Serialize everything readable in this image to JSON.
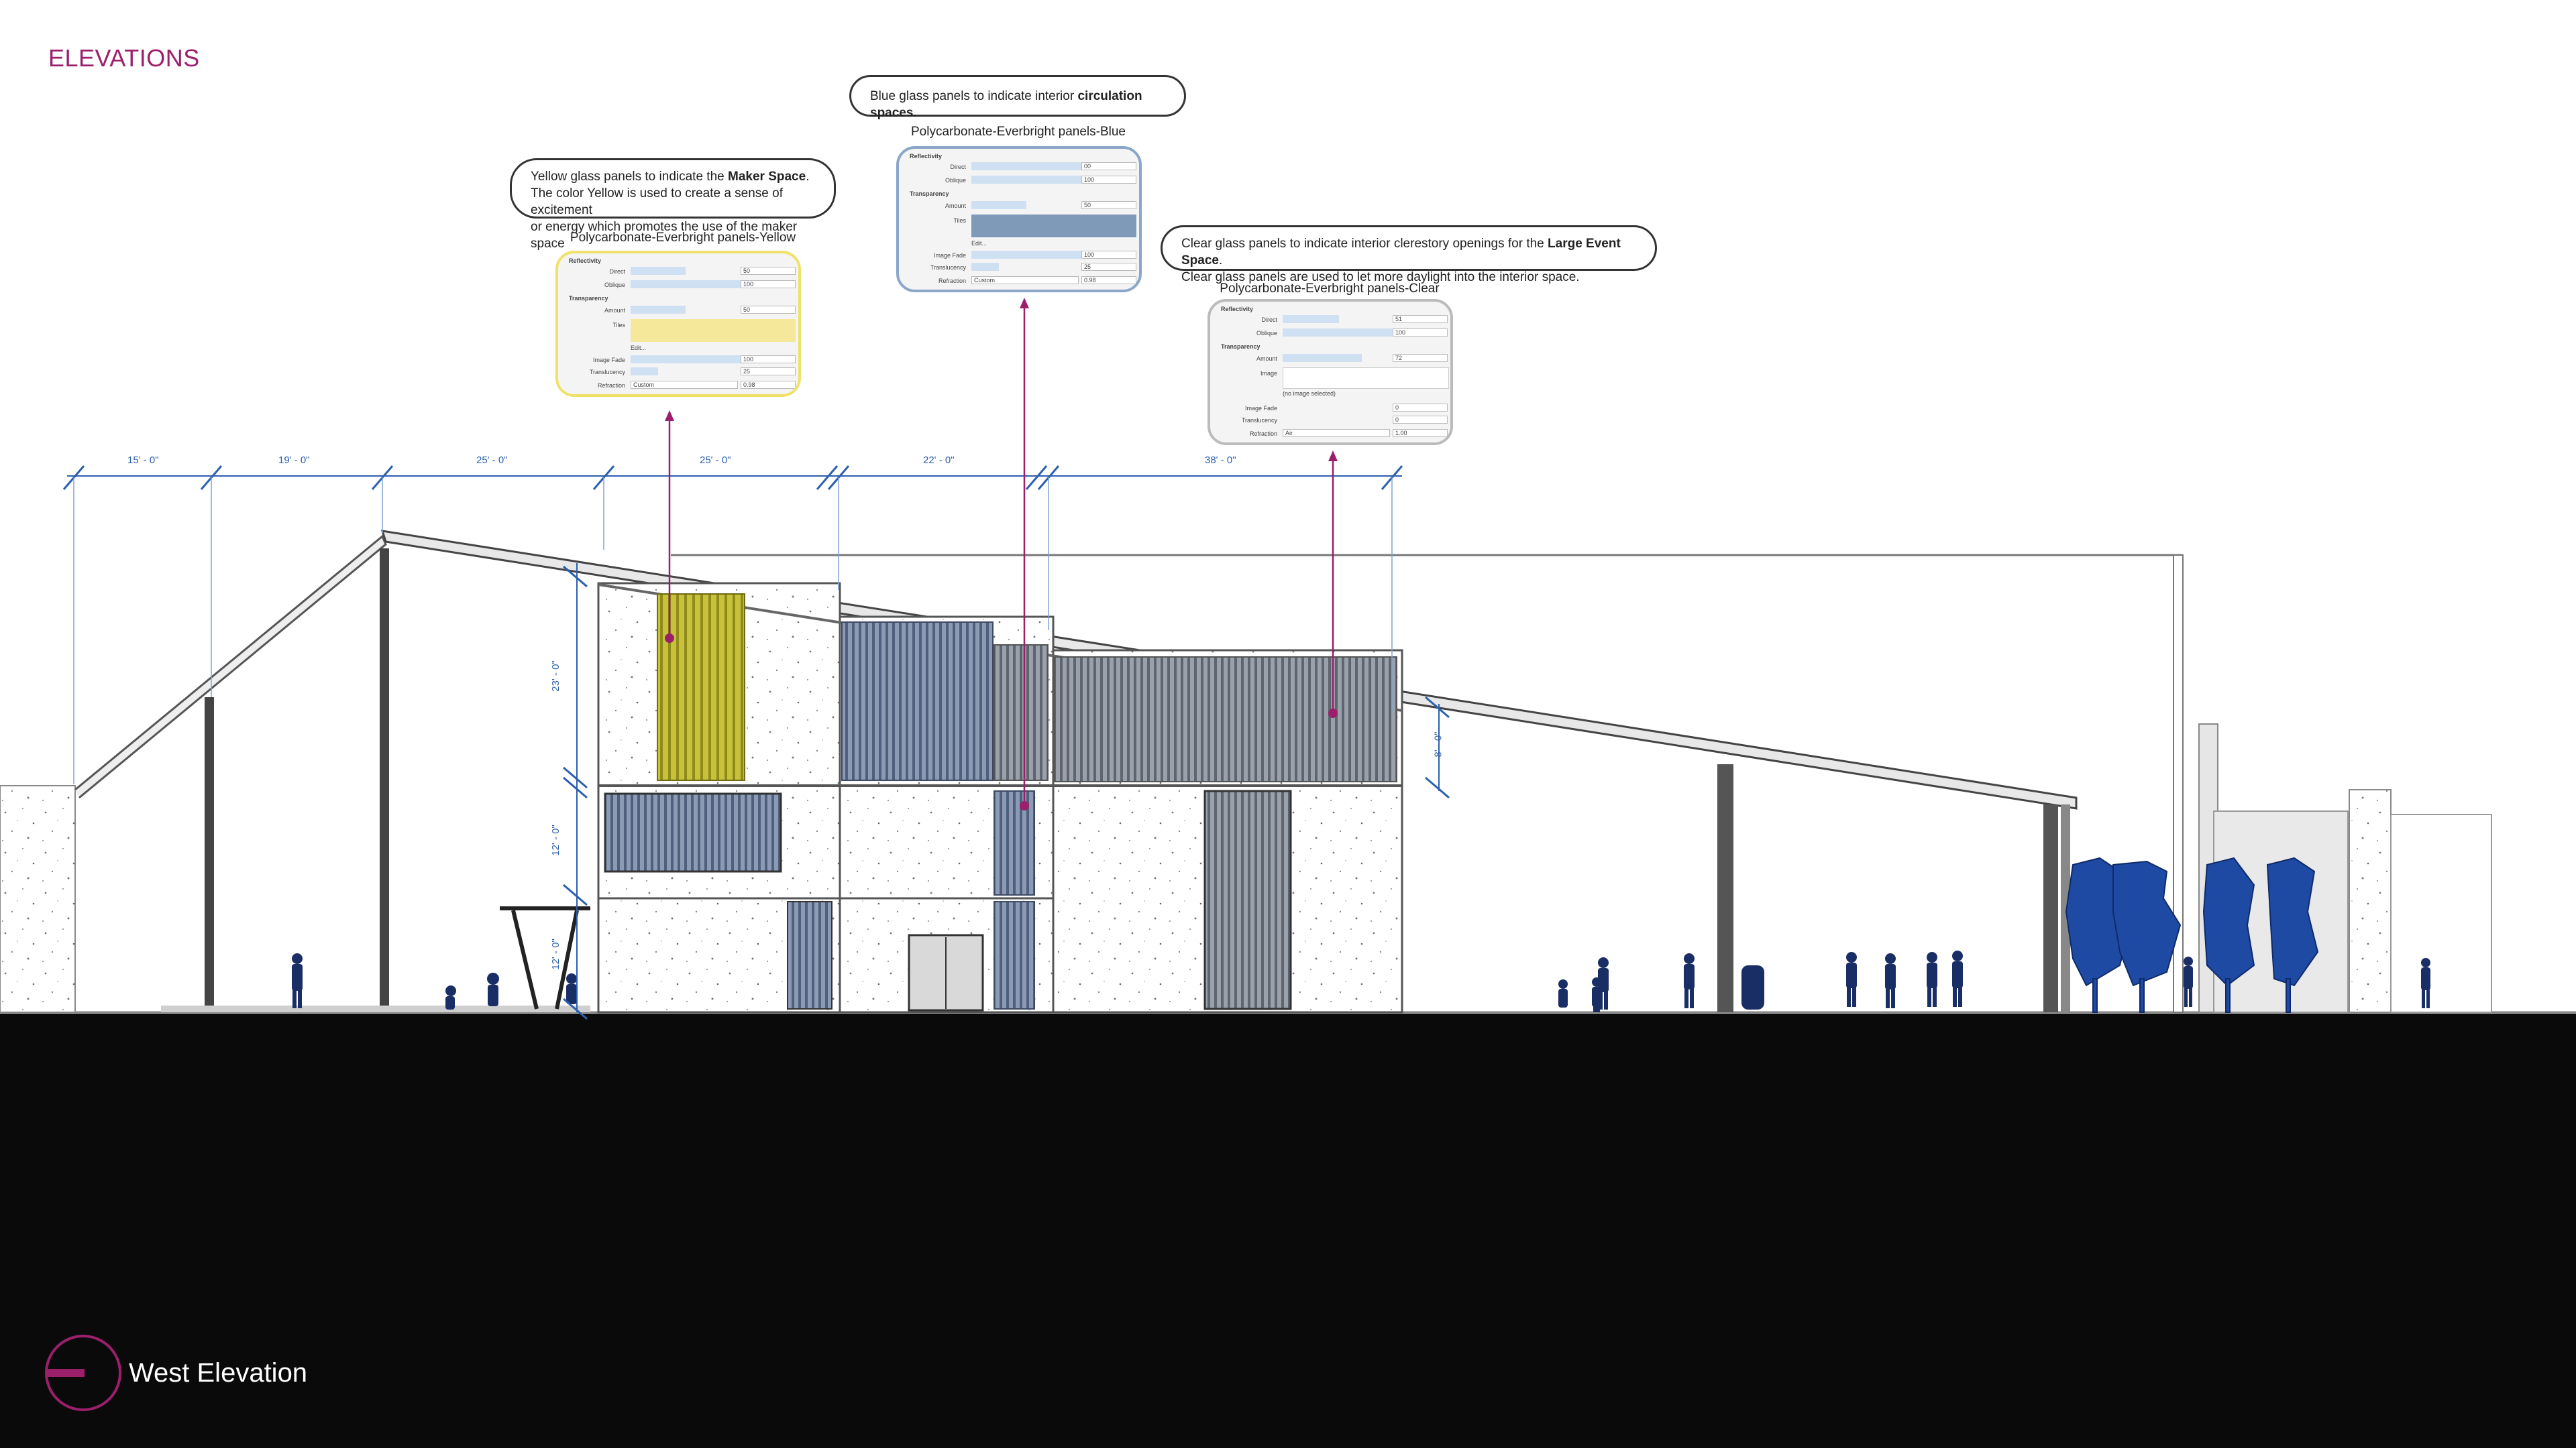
{
  "page": {
    "heading": "ELEVATIONS",
    "view_title": "West Elevation"
  },
  "colors": {
    "accent": "#9c1f6c",
    "dimension_blue": "#2b5fae",
    "yellow_panel": "#c8c23a",
    "blue_figure": "#1f4aa3",
    "ground": "#0a0a0a"
  },
  "dimensions": {
    "horizontal": [
      "15' - 0\"",
      "19' - 0\"",
      "25' - 0\"",
      "25' - 0\"",
      "22' - 0\"",
      "38' - 0\""
    ],
    "vertical": [
      "23' - 0\"",
      "12' - 0\"",
      "12' - 0\"",
      "8' - 0\""
    ]
  },
  "callouts": {
    "yellow": {
      "line1_pre": "Yellow glass panels to indicate the ",
      "line1_bold": "Maker Space",
      "line1_post": ".",
      "line2": "The color Yellow is used to create a sense of excitement",
      "line3": "or energy which promotes the use of the maker space"
    },
    "blue": {
      "pre": "Blue glass panels to indicate interior ",
      "bold": "circulation spaces."
    },
    "clear": {
      "line1_pre": "Clear glass panels to indicate interior clerestory openings for the ",
      "line1_bold": "Large Event Space",
      "line1_post": ".",
      "line2": "Clear glass panels are used to let more daylight into the interior space."
    }
  },
  "materials": {
    "yellow": {
      "title": "Polycarbonate-Everbright panels-Yellow",
      "reflectivity": "Reflectivity",
      "direct_label": "Direct",
      "direct_value": "50",
      "oblique_label": "Oblique",
      "oblique_value": "100",
      "transparency": "Transparency",
      "amount_label": "Amount",
      "amount_value": "50",
      "tint_label": "Tiles",
      "edit": "Edit...",
      "fade_label": "Image Fade",
      "fade_value": "100",
      "translucency_label": "Translucency",
      "translucency_value": "25",
      "refraction_label": "Refraction",
      "refraction_mode": "Custom",
      "refraction_value": "0.98"
    },
    "blue": {
      "title": "Polycarbonate-Everbright panels-Blue",
      "reflectivity": "Reflectivity",
      "direct_label": "Direct",
      "direct_value": "00",
      "oblique_label": "Oblique",
      "oblique_value": "100",
      "transparency": "Transparency",
      "amount_label": "Amount",
      "amount_value": "50",
      "tint_label": "Tiles",
      "edit": "Edit...",
      "fade_label": "Image Fade",
      "fade_value": "100",
      "translucency_label": "Translucency",
      "translucency_value": "25",
      "refraction_label": "Refraction",
      "refraction_mode": "Custom",
      "refraction_value": "0.98"
    },
    "clear": {
      "title": "Polycarbonate-Everbright panels-Clear",
      "reflectivity": "Reflectivity",
      "direct_label": "Direct",
      "direct_value": "51",
      "oblique_label": "Oblique",
      "oblique_value": "100",
      "transparency": "Transparency",
      "amount_label": "Amount",
      "amount_value": "72",
      "image_label": "Image",
      "no_image": "(no image selected)",
      "fade_label": "Image Fade",
      "fade_value": "0",
      "translucency_label": "Translucency",
      "translucency_value": "0",
      "refraction_label": "Refraction",
      "refraction_mode": "Air",
      "refraction_value": "1.00"
    }
  }
}
